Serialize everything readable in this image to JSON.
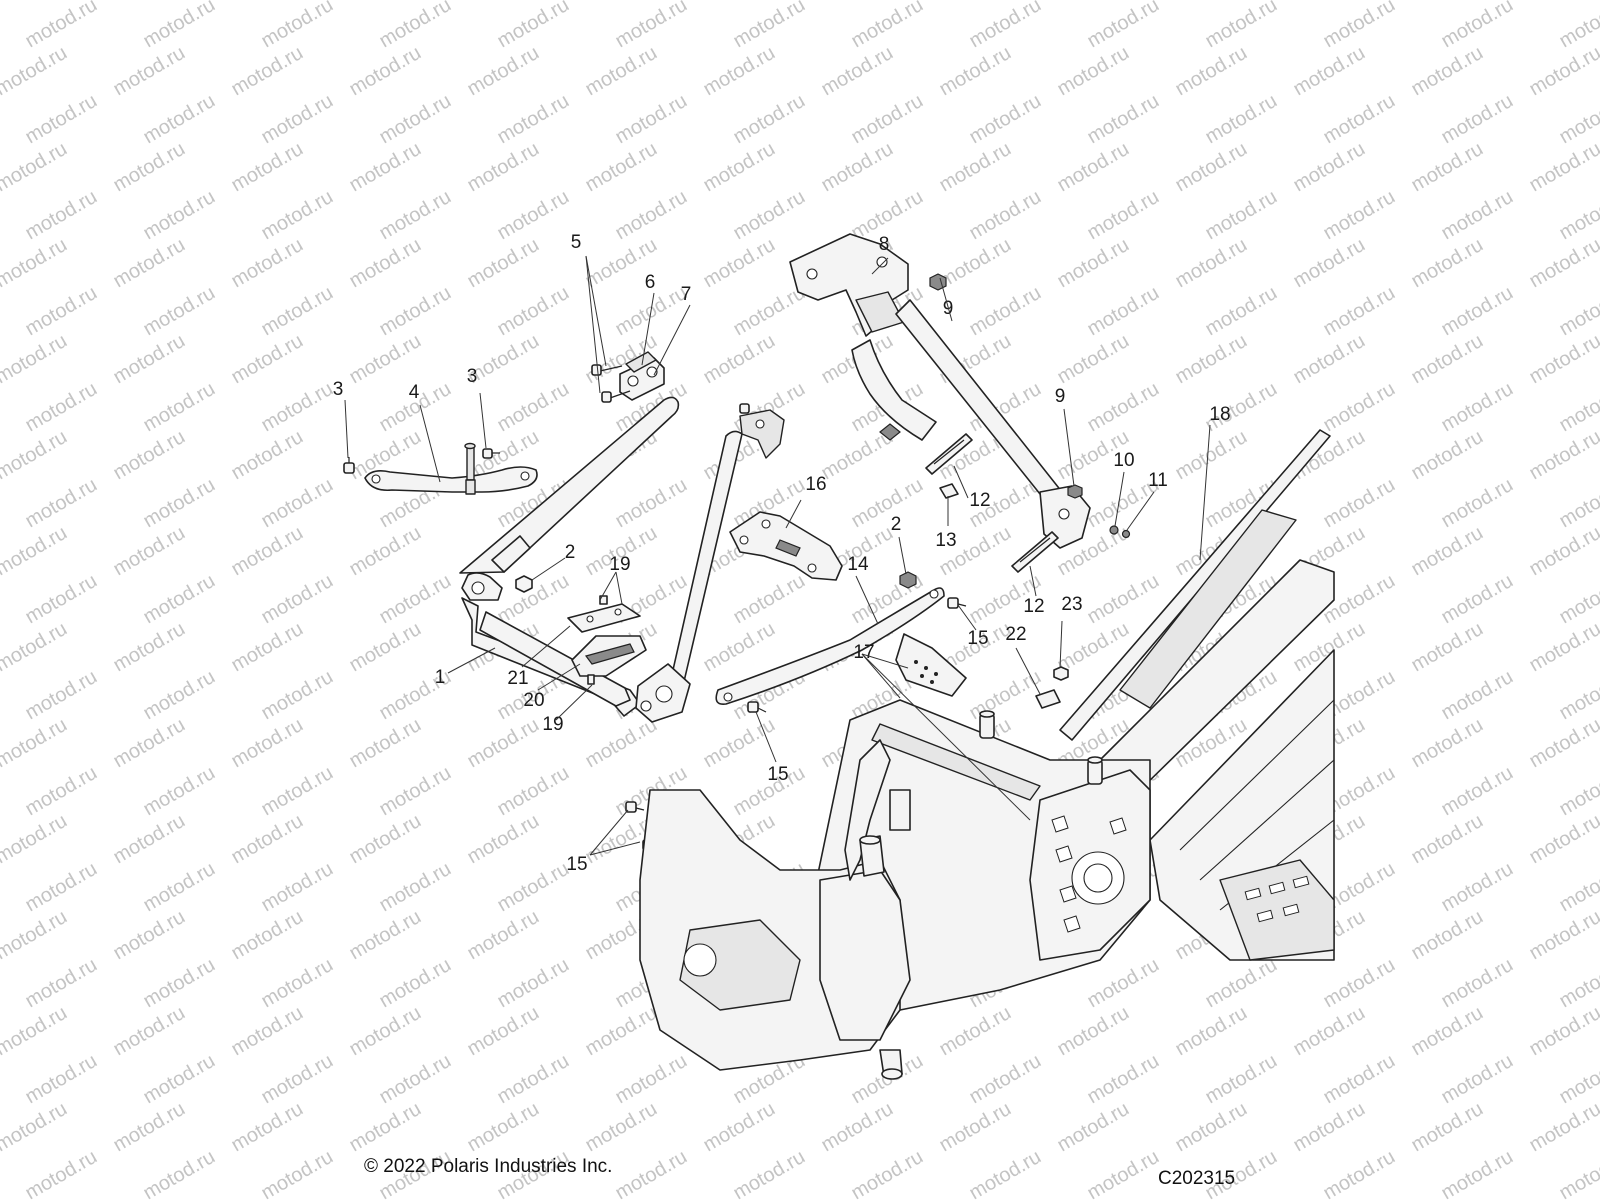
{
  "watermark": {
    "text": "motod.ru"
  },
  "copyright": "© 2022 Polaris Industries Inc.",
  "figure_code": "C202315",
  "callouts": [
    {
      "id": "c1",
      "label": "1"
    },
    {
      "id": "c2a",
      "label": "2"
    },
    {
      "id": "c2b",
      "label": "2"
    },
    {
      "id": "c3a",
      "label": "3"
    },
    {
      "id": "c3b",
      "label": "3"
    },
    {
      "id": "c4",
      "label": "4"
    },
    {
      "id": "c5",
      "label": "5"
    },
    {
      "id": "c6",
      "label": "6"
    },
    {
      "id": "c7",
      "label": "7"
    },
    {
      "id": "c8",
      "label": "8"
    },
    {
      "id": "c9a",
      "label": "9"
    },
    {
      "id": "c9b",
      "label": "9"
    },
    {
      "id": "c10",
      "label": "10"
    },
    {
      "id": "c11",
      "label": "11"
    },
    {
      "id": "c12a",
      "label": "12"
    },
    {
      "id": "c12b",
      "label": "12"
    },
    {
      "id": "c13",
      "label": "13"
    },
    {
      "id": "c14",
      "label": "14"
    },
    {
      "id": "c15a",
      "label": "15"
    },
    {
      "id": "c15b",
      "label": "15"
    },
    {
      "id": "c15c",
      "label": "15"
    },
    {
      "id": "c16",
      "label": "16"
    },
    {
      "id": "c17",
      "label": "17"
    },
    {
      "id": "c18",
      "label": "18"
    },
    {
      "id": "c19a",
      "label": "19"
    },
    {
      "id": "c19b",
      "label": "19"
    },
    {
      "id": "c20",
      "label": "20"
    },
    {
      "id": "c21",
      "label": "21"
    },
    {
      "id": "c22",
      "label": "22"
    },
    {
      "id": "c23",
      "label": "23"
    }
  ]
}
